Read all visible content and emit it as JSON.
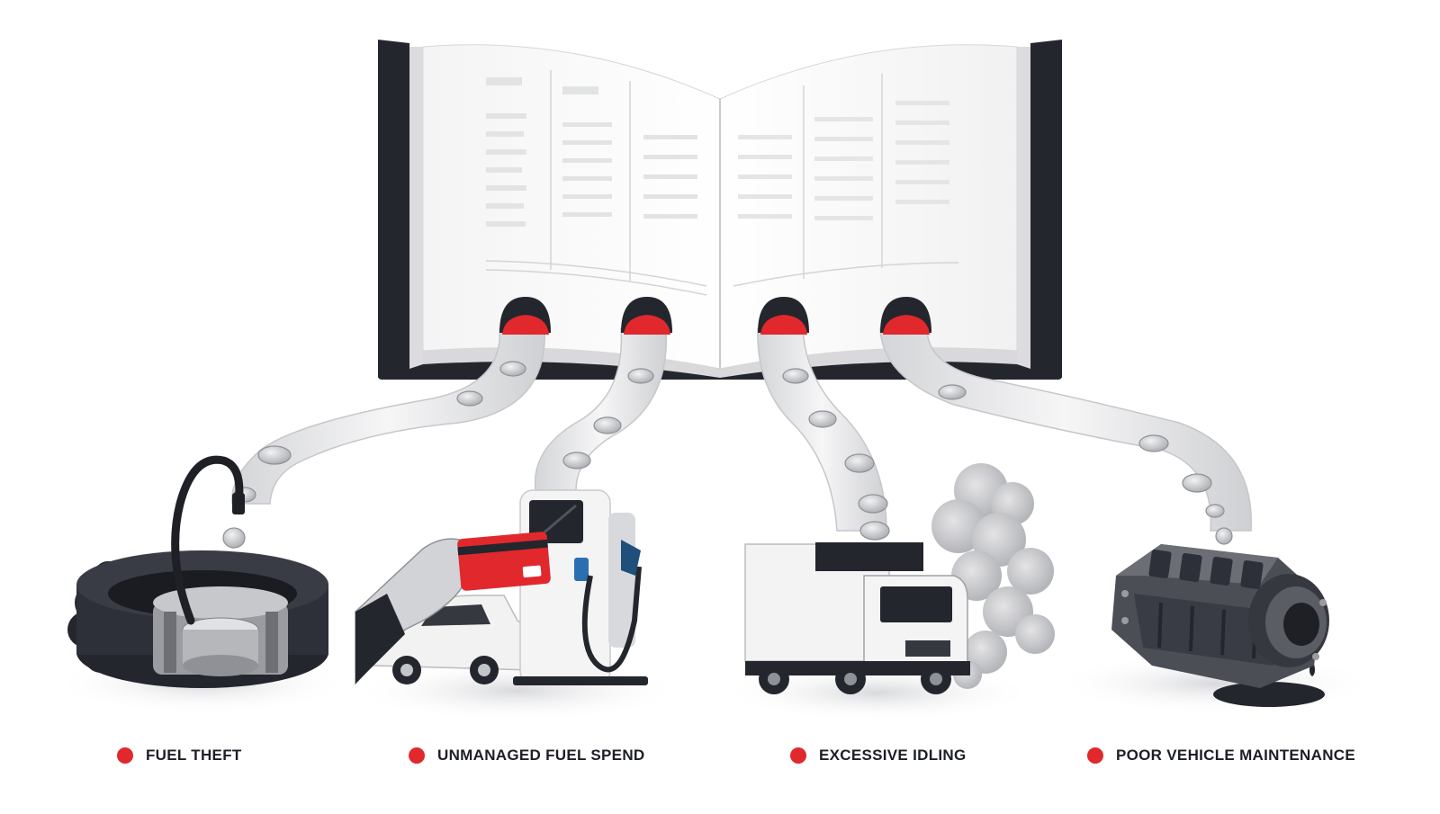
{
  "colors": {
    "accent": "#e1282d",
    "dark": "#23262d",
    "mid": "#6b6e75",
    "light": "#e6e7ea",
    "paper": "#fafafa"
  },
  "categories": [
    {
      "id": "fuel-theft",
      "label": "FUEL THEFT",
      "icon": "fuel-tank-siphon-icon"
    },
    {
      "id": "unmanaged-fuel-spend",
      "label": "UNMANAGED FUEL SPEND",
      "icon": "fuel-pump-card-icon"
    },
    {
      "id": "excessive-idling",
      "label": "EXCESSIVE IDLING",
      "icon": "idling-truck-icon"
    },
    {
      "id": "poor-vehicle-maintenance",
      "label": "POOR VEHICLE MAINTENANCE",
      "icon": "leaking-engine-icon"
    }
  ]
}
